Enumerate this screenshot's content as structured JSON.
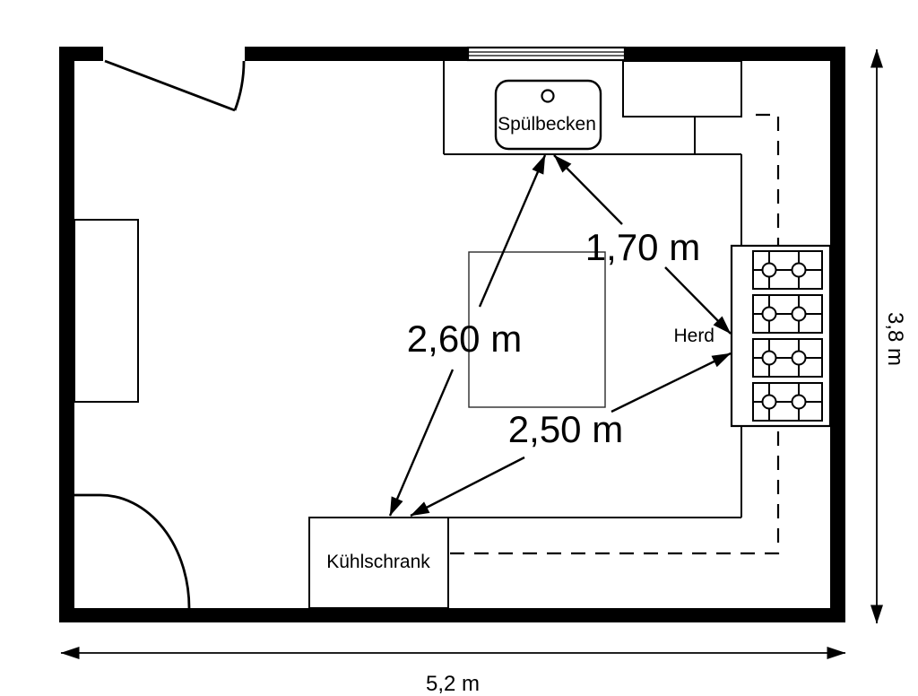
{
  "plan": {
    "type": "kitchen-floor-plan",
    "labels": {
      "sink": "Spülbecken",
      "stove": "Herd",
      "fridge": "Kühlschrank"
    },
    "work_triangle": {
      "sink_to_fridge": "2,60 m",
      "sink_to_stove": "1,70 m",
      "fridge_to_stove": "2,50 m"
    },
    "room_dimensions": {
      "width": "5,2 m",
      "height": "3,8 m"
    },
    "colors": {
      "line": "#000000",
      "background": "#ffffff"
    }
  }
}
